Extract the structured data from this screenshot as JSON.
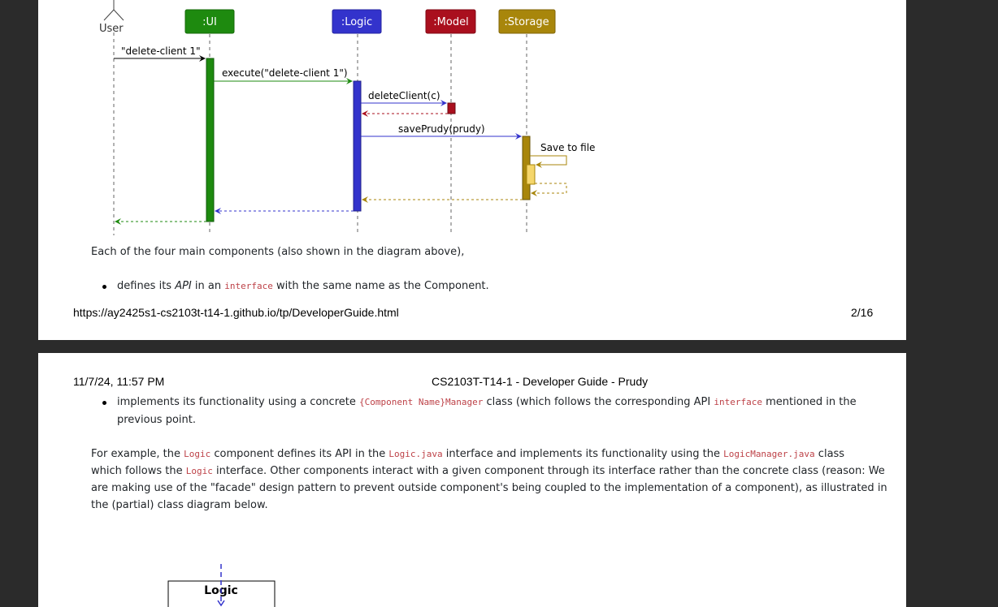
{
  "page1": {
    "diagram": {
      "actor_label": "User",
      "participants": [
        {
          "label": ":UI",
          "color": "#1e8a0f"
        },
        {
          "label": ":Logic",
          "color": "#3333cc"
        },
        {
          "label": ":Model",
          "color": "#aa0f1e"
        },
        {
          "label": ":Storage",
          "color": "#a8860b"
        }
      ],
      "messages": [
        {
          "label": "\"delete-client 1\""
        },
        {
          "label": "execute(\"delete-client 1\")"
        },
        {
          "label": "deleteClient(c)"
        },
        {
          "label": "savePrudy(prudy)"
        },
        {
          "label": "Save to file"
        }
      ]
    },
    "paragraph": "Each of the four main components (also shown in the diagram above),",
    "bullet1": {
      "pre": "defines its ",
      "em": "API",
      "mid": " in an ",
      "code": "interface",
      "post": " with the same name as the Component."
    },
    "footer": {
      "url": "https://ay2425s1-cs2103t-t14-1.github.io/tp/DeveloperGuide.html",
      "page": "2/16"
    }
  },
  "page2": {
    "header": {
      "date": "11/7/24, 11:57 PM",
      "title": "CS2103T-T14-1 - Developer Guide - Prudy"
    },
    "bullet2": {
      "pre": "implements its functionality using a concrete ",
      "code1": "{Component Name}Manager",
      "mid": " class (which follows the corresponding API ",
      "code2": "interface",
      "post": " mentioned in the",
      "line2": "previous point."
    },
    "example": {
      "l1_a": "For example, the ",
      "l1_code1": "Logic",
      "l1_b": " component defines its API in the ",
      "l1_code2": "Logic.java",
      "l1_c": " interface and implements its functionality using the ",
      "l1_code3": "LogicManager.java",
      "l1_d": " class",
      "l2_a": "which follows the ",
      "l2_code": "Logic",
      "l2_b": " interface. Other components interact with a given component through its interface rather than the concrete class (reason: We",
      "l3": "are making use of the \"facade\" design pattern to prevent outside component's being coupled to the implementation of a component), as illustrated in",
      "l4": "the (partial) class diagram below."
    },
    "class_diagram": {
      "box_label": "Logic"
    }
  }
}
